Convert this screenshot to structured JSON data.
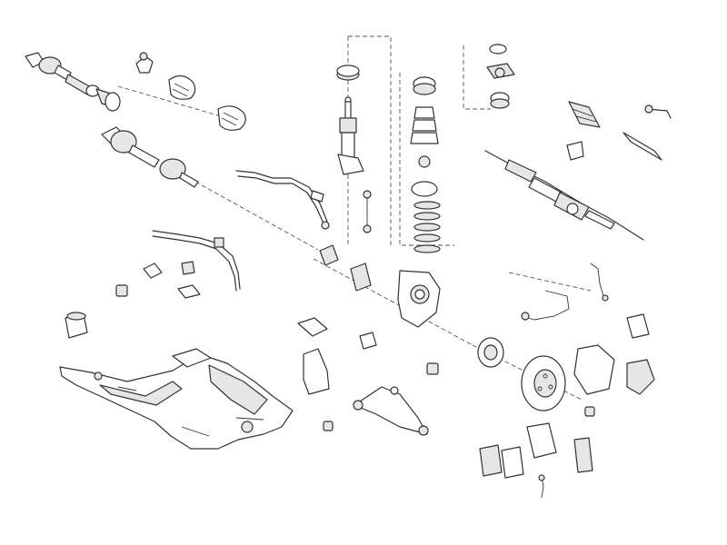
{
  "diagram": {
    "background": "#ffffff",
    "line_color": "#333333",
    "fill_light": "#e6e6e6",
    "fill_mid": "#bdbdbd",
    "parts": [
      "drive-shaft-upper",
      "cv-joint-boot",
      "drive-shaft-lower",
      "stabilizer-link-bar",
      "stabilizer-bar",
      "shock-absorber-left",
      "stabilizer-link",
      "strut-mount",
      "coil-spring",
      "top-mount-set",
      "steering-rack",
      "tie-rod",
      "steering-knuckle",
      "wheel-hub",
      "brake-disc",
      "brake-caliper",
      "brake-pads",
      "control-arm",
      "subframe",
      "abs-sensor-cable",
      "bushings"
    ]
  }
}
